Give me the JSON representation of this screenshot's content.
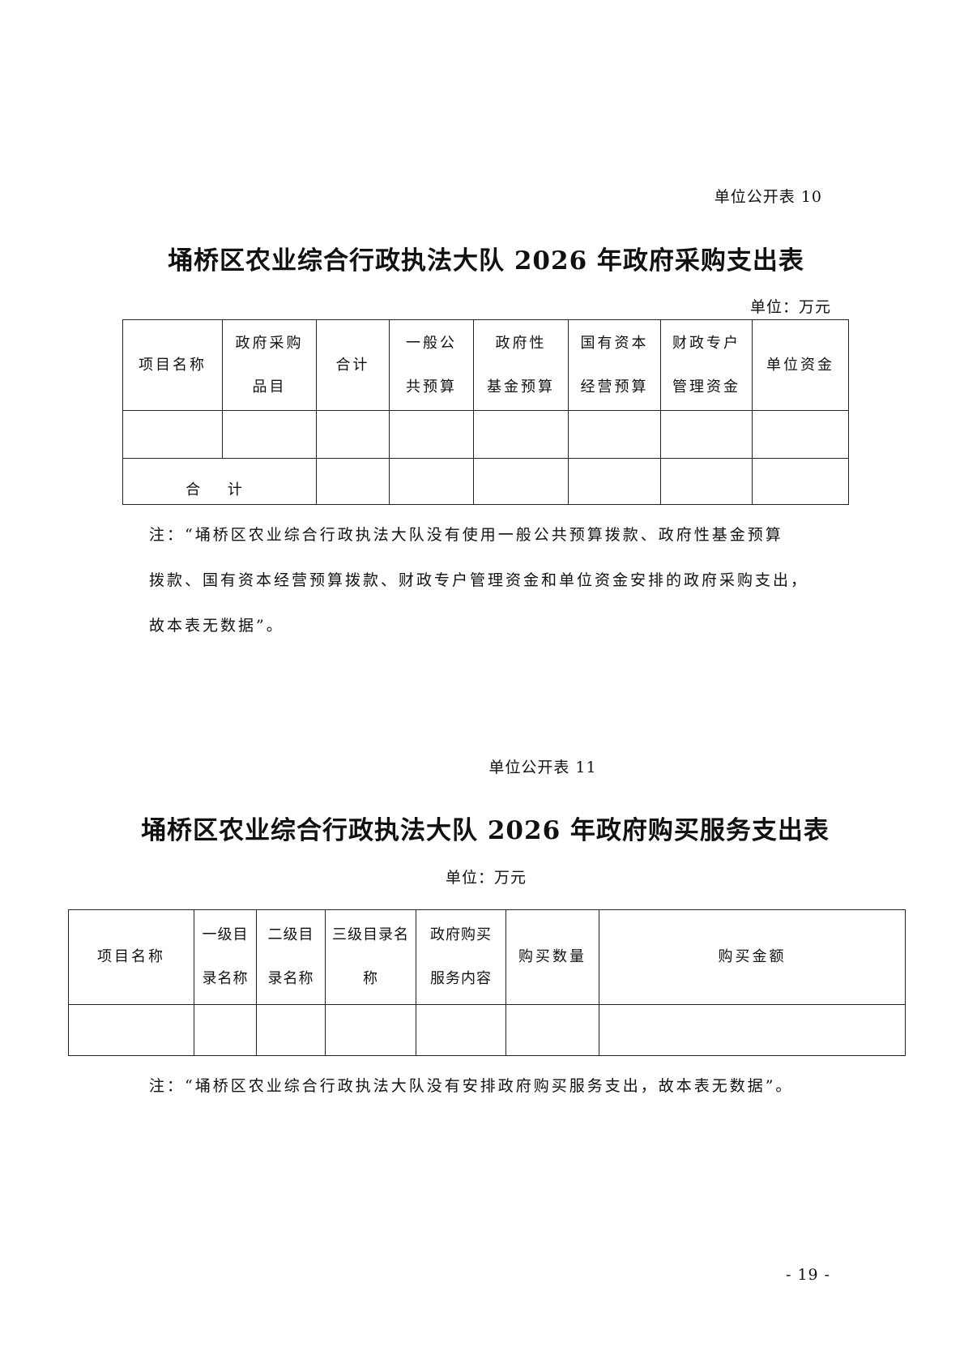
{
  "table10": {
    "tag": "单位公开表 10",
    "title": "埇桥区农业综合行政执法大队 2026 年政府采购支出表",
    "unit": "单位：万元",
    "headers": [
      "项目名称",
      "政府采购品目",
      "合计",
      "一般公共预算",
      "政府性基金预算",
      "国有资本经营预算",
      "财政专户管理资金",
      "单位资金"
    ],
    "header_lines": [
      [
        "项目名称"
      ],
      [
        "政府采购",
        "品目"
      ],
      [
        "合计"
      ],
      [
        "一般公",
        "共预算"
      ],
      [
        "政府性",
        "基金预算"
      ],
      [
        "国有资本",
        "经营预算"
      ],
      [
        "财政专户",
        "管理资金"
      ],
      [
        "单位资金"
      ]
    ],
    "total_label": "合 计",
    "note_lines": [
      "注：“埇桥区农业综合行政执法大队没有使用一般公共预算拨款、政府性基金预算",
      "拨款、国有资本经营预算拨款、财政专户管理资金和单位资金安排的政府采购支出，",
      "故本表无数据”。"
    ]
  },
  "table11": {
    "tag": "单位公开表 11",
    "title": "埇桥区农业综合行政执法大队 2026 年政府购买服务支出表",
    "unit": "单位：万元",
    "header_lines": [
      [
        "项目名称"
      ],
      [
        "一级目",
        "录名称"
      ],
      [
        "二级目",
        "录名称"
      ],
      [
        "三级目录名",
        "称"
      ],
      [
        "政府购买",
        "服务内容"
      ],
      [
        "购买数量"
      ],
      [
        "购买金额"
      ]
    ],
    "note": "注：“埇桥区农业综合行政执法大队没有安排政府购买服务支出，故本表无数据”。"
  },
  "page_number": "- 19 -"
}
